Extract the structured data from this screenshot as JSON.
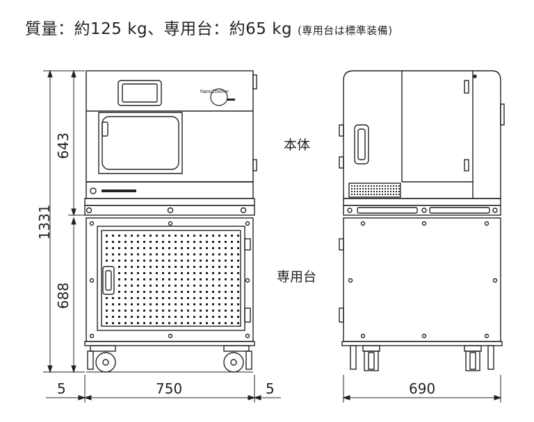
{
  "title": {
    "main": "質量：約125 kg、専用台：約65 kg",
    "note": "(専用台は標準装備)"
  },
  "labels": {
    "body": "本体",
    "stand": "専用台",
    "logo": "NanoZoomer"
  },
  "dimensions": {
    "total_height": "1331",
    "body_height": "643",
    "stand_height": "688",
    "margin_left": "5",
    "width": "750",
    "margin_right": "5",
    "depth": "690"
  }
}
